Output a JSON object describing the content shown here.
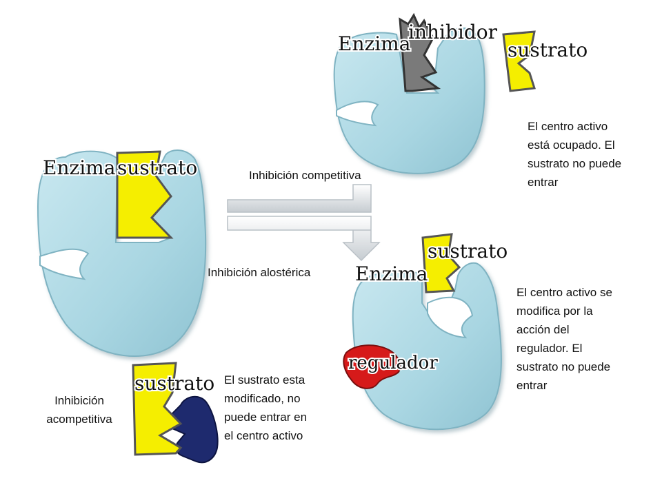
{
  "labels": {
    "enzyme": "Enzima",
    "substrate": "sustrato",
    "inhibitor": "inhibidor",
    "regulator": "regulador"
  },
  "arrows": {
    "competitive": "Inhibición competitiva",
    "allosteric": "Inhibición alostérica"
  },
  "uncompetitive": {
    "title": "Inhibición acompetitiva",
    "description": "El sustrato esta modificado, no puede entrar en el centro activo"
  },
  "competitive_note": "El centro activo está ocupado. El sustrato no puede entrar",
  "allosteric_note": "El centro activo se modifica por la acción del regulador. El sustrato no puede entrar",
  "colors": {
    "enzyme": "#a9d6e2",
    "substrate": "#f5ee00",
    "inhibitor": "#7a7a7a",
    "regulator": "#d61a1a",
    "modifier": "#1e2a6e",
    "arrow": "#dfe3e6"
  }
}
